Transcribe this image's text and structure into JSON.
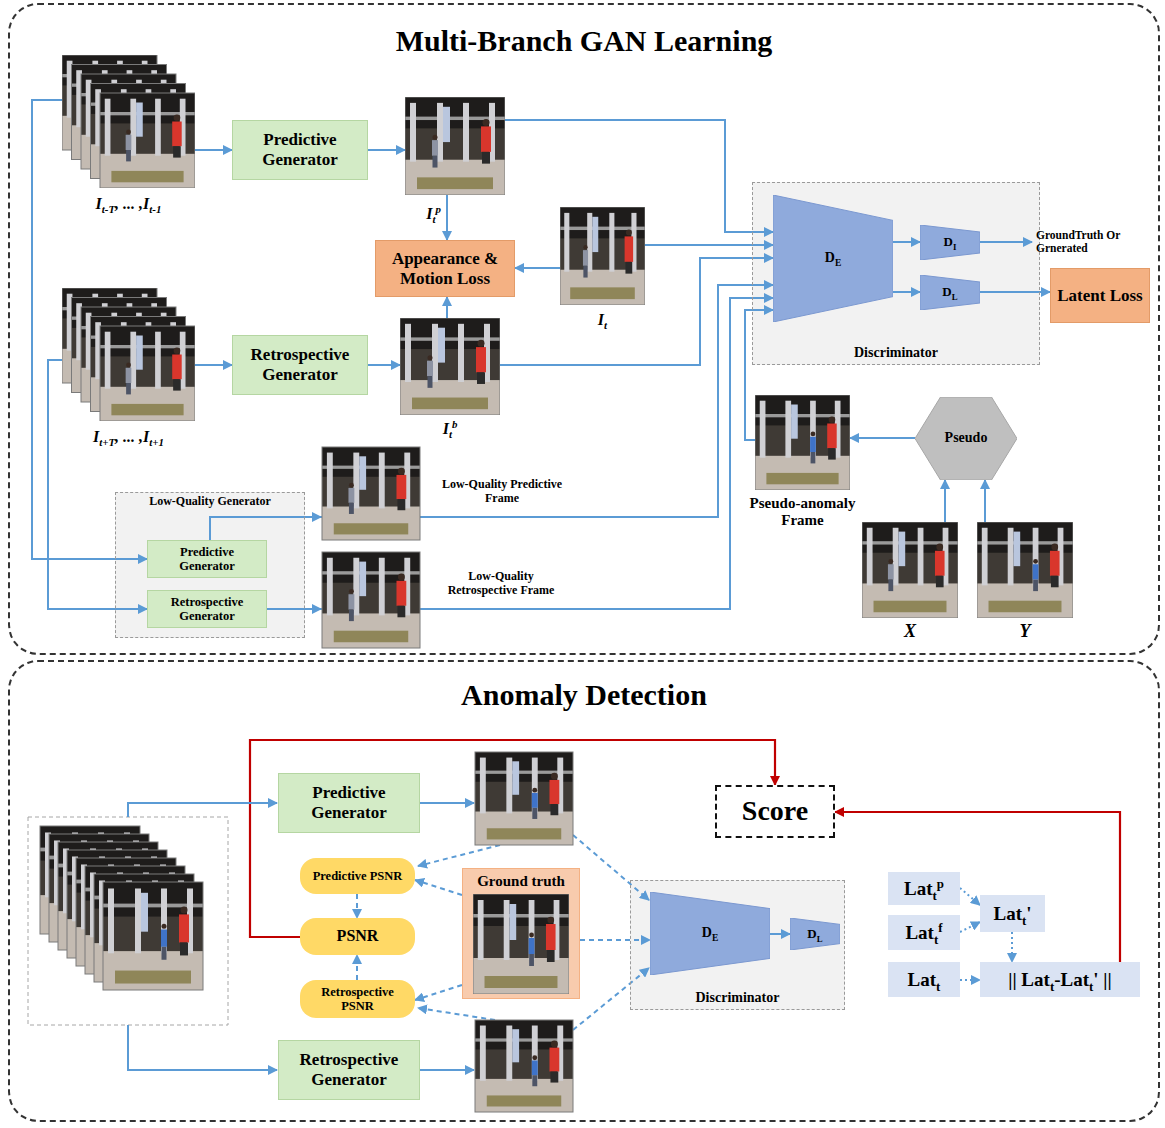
{
  "diagram": {
    "nodes": [
      {
        "text": [
          "Multi-Branch GAN Learning"
        ]
      },
      {
        "text": [
          "It-T, ... ,It-1"
        ],
        "in": 0
      },
      {
        "text": [
          "Predictive Generator"
        ],
        "in": 0
      },
      {
        "text": [
          "Itp"
        ],
        "in": 0
      },
      {
        "text": [
          "Appearance & Motion Loss"
        ],
        "in": 0
      },
      {
        "text": [
          "It"
        ],
        "in": 0
      },
      {
        "text": [
          "It+T, ... ,It+1"
        ],
        "in": 0
      },
      {
        "text": [
          "Retrospective Generator"
        ],
        "in": 0
      },
      {
        "text": [
          "Itb"
        ],
        "in": 0
      },
      {
        "text": [
          "Discriminator"
        ],
        "in": 0
      },
      {
        "text": [
          "DE"
        ],
        "in": 9
      },
      {
        "text": [
          "DI"
        ],
        "in": 9
      },
      {
        "text": [
          "DL"
        ],
        "in": 9
      },
      {
        "text": [
          "Latent Loss"
        ],
        "in": 0
      },
      {
        "text": [
          "Pseudo-anomaly Frame"
        ],
        "in": 0
      },
      {
        "text": [
          "Pseudo"
        ],
        "in": 0
      },
      {
        "text": [
          "Low-Quality Generator"
        ],
        "in": 0
      },
      {
        "text": [
          "Predictive Generator"
        ],
        "in": 16
      },
      {
        "text": [
          "Retrospective Generator"
        ],
        "in": 16
      },
      {
        "text": [
          "X"
        ],
        "in": 0
      },
      {
        "text": [
          "Y"
        ],
        "in": 0
      },
      {
        "text": [
          "Anomaly Detection"
        ]
      },
      {
        "text": [
          "Predictive Generator"
        ],
        "in": 21
      },
      {
        "text": [
          "Score"
        ],
        "in": 21
      },
      {
        "text": [
          "Predictive PSNR"
        ],
        "in": 21
      },
      {
        "text": [
          "Ground truth"
        ],
        "in": 21
      },
      {
        "text": [
          "PSNR"
        ],
        "in": 21
      },
      {
        "text": [
          "Retrospective PSNR"
        ],
        "in": 21
      },
      {
        "text": [
          "Retrospective Generator"
        ],
        "in": 21
      },
      {
        "text": [
          "Discriminator"
        ],
        "in": 21
      },
      {
        "text": [
          "DE"
        ],
        "in": 29
      },
      {
        "text": [
          "DL"
        ],
        "in": 29
      },
      {
        "text": [
          "Lattp"
        ],
        "in": 21
      },
      {
        "text": [
          "Lattf"
        ],
        "in": 21
      },
      {
        "text": [
          "Latt'"
        ],
        "in": 21
      },
      {
        "text": [
          "Latt"
        ],
        "in": 21
      },
      {
        "text": [
          "|| Latt-Latt' ||"
        ],
        "in": 21
      }
    ],
    "edges": [
      {
        "from": 1,
        "to": 2,
        "arrow": "to"
      },
      {
        "from": 2,
        "to": 3,
        "arrow": "to"
      },
      {
        "from": 3,
        "to": 4,
        "arrow": "to"
      },
      {
        "from": 5,
        "to": 4,
        "arrow": "to"
      },
      {
        "from": 8,
        "to": 4,
        "arrow": "to"
      },
      {
        "from": 6,
        "to": 7,
        "arrow": "to"
      },
      {
        "from": 7,
        "to": 8,
        "arrow": "to"
      },
      {
        "from": 3,
        "to": 10,
        "arrow": "to"
      },
      {
        "from": 5,
        "to": 10,
        "arrow": "to"
      },
      {
        "from": 8,
        "to": 10,
        "arrow": "to"
      },
      {
        "from": 10,
        "to": 11,
        "arrow": "to"
      },
      {
        "from": 10,
        "to": 12,
        "arrow": "to"
      },
      {
        "from": 12,
        "to": 13,
        "arrow": "to"
      },
      {
        "from": 15,
        "to": 14,
        "arrow": "to"
      },
      {
        "from": 19,
        "to": 15,
        "arrow": "to"
      },
      {
        "from": 20,
        "to": 15,
        "arrow": "to"
      },
      {
        "from": 14,
        "to": 10,
        "arrow": "to"
      },
      {
        "from": 1,
        "to": 17,
        "arrow": "to"
      },
      {
        "from": 6,
        "to": 18,
        "arrow": "to"
      },
      {
        "from": 17,
        "to": 10,
        "label": "Low-Quality Predictive Frame",
        "arrow": "to"
      },
      {
        "from": 18,
        "to": 10,
        "label": "Low-Quality Retrospective Frame",
        "arrow": "to"
      },
      {
        "from": 26,
        "to": 23,
        "arrow": "to"
      },
      {
        "from": 24,
        "to": 26,
        "arrow": "to"
      },
      {
        "from": 27,
        "to": 26,
        "arrow": "to"
      },
      {
        "from": 25,
        "to": 24,
        "arrow": "to"
      },
      {
        "from": 25,
        "to": 27,
        "arrow": "to"
      },
      {
        "from": 25,
        "to": 30,
        "arrow": "to"
      },
      {
        "from": 30,
        "to": 31,
        "arrow": "to"
      },
      {
        "from": 32,
        "to": 34,
        "arrow": "to"
      },
      {
        "from": 33,
        "to": 34,
        "arrow": "to"
      },
      {
        "from": 34,
        "to": 36,
        "arrow": "to"
      },
      {
        "from": 35,
        "to": 36,
        "arrow": "to"
      },
      {
        "from": 36,
        "to": 23,
        "arrow": "to"
      }
    ],
    "labels": [
      "GroundTruth Or Grnerated"
    ]
  }
}
